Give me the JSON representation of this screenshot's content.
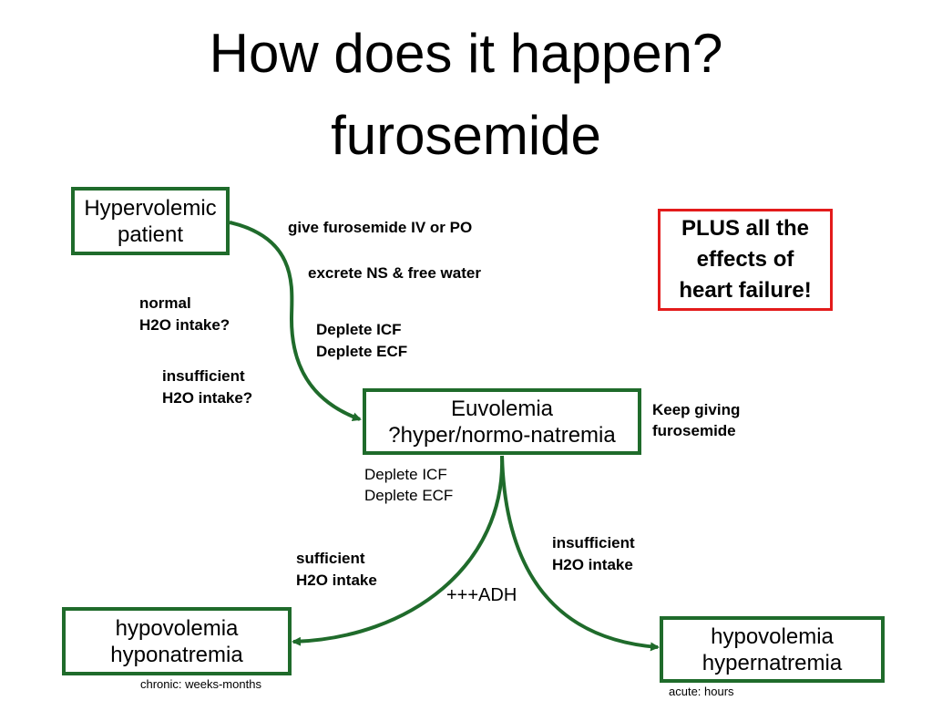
{
  "title": {
    "line1": "How does it happen?",
    "line2": "furosemide"
  },
  "nodes": {
    "hypervolemic": {
      "line1": "Hypervolemic",
      "line2": "patient"
    },
    "euvolemia": {
      "line1": "Euvolemia",
      "line2": "?hyper/normo-natremia"
    },
    "hypo_hypo": {
      "line1": "hypovolemia",
      "line2": "hyponatremia"
    },
    "hypo_hyper": {
      "line1": "hypovolemia",
      "line2": "hypernatremia"
    }
  },
  "labels": {
    "give_furosemide": "give furosemide IV or PO",
    "excrete": "excrete NS & free water",
    "deplete_icf_1": "Deplete ICF",
    "deplete_ecf_1": "Deplete ECF",
    "normal_intake_1": "normal",
    "normal_intake_2": "H2O intake?",
    "insufficient_q_1": "insufficient",
    "insufficient_q_2": "H2O intake?",
    "keep_giving_1": "Keep giving",
    "keep_giving_2": "furosemide",
    "deplete_icf_2": "Deplete ICF",
    "deplete_ecf_2": "Deplete ECF",
    "sufficient_1": "sufficient",
    "sufficient_2": "H2O intake",
    "insufficient_1": "insufficient",
    "insufficient_2": "H2O intake",
    "adh": "+++ADH",
    "chronic": "chronic: weeks-months",
    "acute": "acute: hours"
  },
  "callout": {
    "line1": "PLUS all the",
    "line2": "effects of",
    "line3": "heart failure!"
  },
  "colors": {
    "box_border": "#1f6b2b",
    "arrow": "#1f6b2b",
    "callout_border": "#e31b1b"
  }
}
